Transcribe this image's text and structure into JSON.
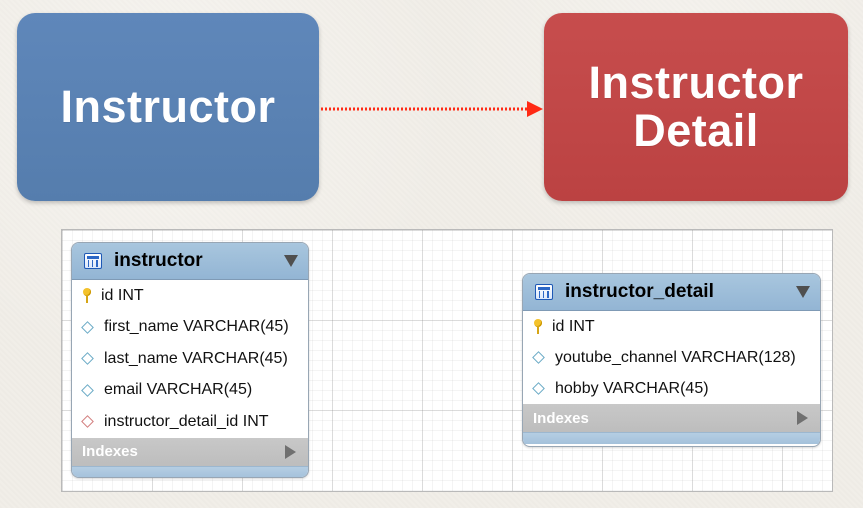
{
  "concepts": {
    "left_label": "Instructor",
    "right_label_line1": "Instructor",
    "right_label_line2": "Detail"
  },
  "tables": [
    {
      "name": "instructor",
      "fields": [
        {
          "icon": "key-icon",
          "label": "id INT"
        },
        {
          "icon": "diamond-icon",
          "label": "first_name VARCHAR(45)"
        },
        {
          "icon": "diamond-icon",
          "label": "last_name VARCHAR(45)"
        },
        {
          "icon": "diamond-icon",
          "label": "email VARCHAR(45)"
        },
        {
          "icon": "diamond-icon-red",
          "label": "instructor_detail_id INT"
        }
      ],
      "indexes_label": "Indexes"
    },
    {
      "name": "instructor_detail",
      "fields": [
        {
          "icon": "key-icon",
          "label": "id INT"
        },
        {
          "icon": "diamond-icon",
          "label": "youtube_channel VARCHAR(128)"
        },
        {
          "icon": "diamond-icon",
          "label": "hobby VARCHAR(45)"
        }
      ],
      "indexes_label": "Indexes"
    }
  ],
  "colors": {
    "instructor_box": "#5a82b5",
    "detail_box": "#c24848",
    "arrow": "#ff2a15"
  },
  "icons": {
    "table": "table-icon",
    "collapse": "triangle-down-icon",
    "indexes": "triangle-right-icon"
  }
}
